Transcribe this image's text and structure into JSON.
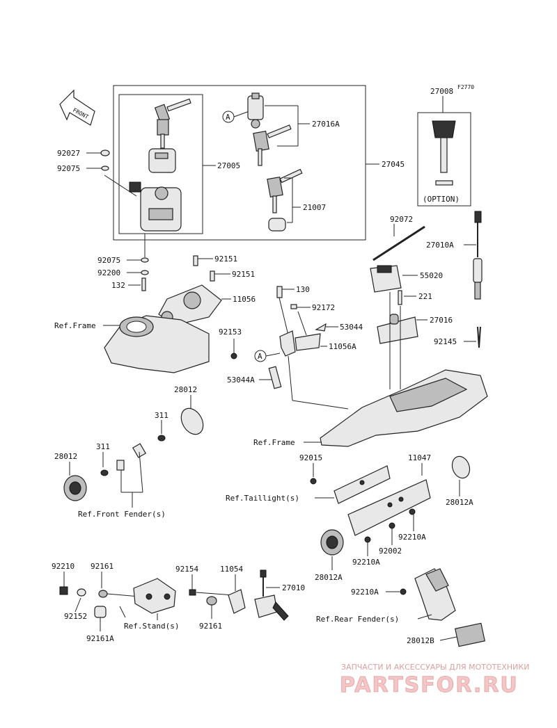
{
  "diagram_code": "F2770",
  "front_label": "FRONT",
  "option_label": "(OPTION)",
  "callout_a": "A",
  "parts": {
    "p27008": "27008",
    "p27016A": "27016A",
    "p27005": "27005",
    "p27045": "27045",
    "p21007": "21007",
    "p92027": "92027",
    "p92075a": "92075",
    "p92075b": "92075",
    "p92200": "92200",
    "p132": "132",
    "p92151a": "92151",
    "p92151b": "92151",
    "p11056": "11056",
    "p92072": "92072",
    "p27010A": "27010A",
    "p55020": "55020",
    "p130": "130",
    "p221": "221",
    "p92172": "92172",
    "p27016": "27016",
    "p53044": "53044",
    "p92153": "92153",
    "p11056A": "11056A",
    "p92145": "92145",
    "p53044A": "53044A",
    "p28012a": "28012",
    "p311a": "311",
    "p28012b": "28012",
    "p311b": "311",
    "p92015": "92015",
    "p11047": "11047",
    "p28012Aa": "28012A",
    "p92210Aa": "92210A",
    "p92002": "92002",
    "p92210Ab": "92210A",
    "p28012Ab": "28012A",
    "p92210": "92210",
    "p92161a": "92161",
    "p92154": "92154",
    "p11054": "11054",
    "p27010": "27010",
    "p92152": "92152",
    "p92161b": "92161",
    "p92161A": "92161A",
    "p92210Ac": "92210A",
    "p28012B": "28012B"
  },
  "refs": {
    "frame1": "Ref.Frame",
    "frame2": "Ref.Frame",
    "taillight": "Ref.Taillight(s)",
    "front_fender": "Ref.Front Fender(s)",
    "stand": "Ref.Stand(s)",
    "rear_fender": "Ref.Rear Fender(s)"
  },
  "watermark": {
    "caption": "ЗАПЧАСТИ И АКСЕССУАРЫ ДЛЯ МОТОТЕХНИКИ",
    "brand": "PARTSFOR.RU"
  }
}
